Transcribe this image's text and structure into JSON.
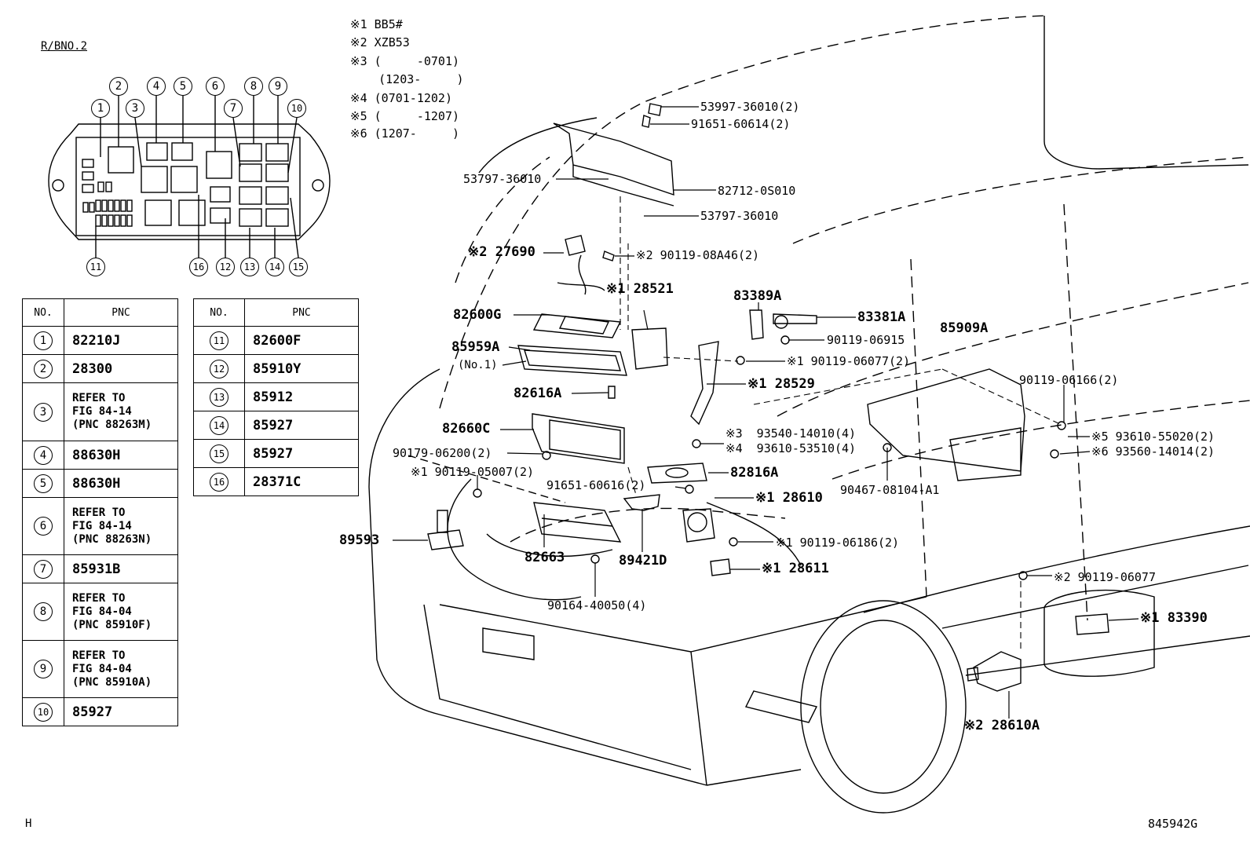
{
  "fuse_box": {
    "title": "R/BNO.2",
    "callouts": [
      "1",
      "2",
      "3",
      "4",
      "5",
      "6",
      "7",
      "8",
      "9",
      "10",
      "11",
      "12",
      "13",
      "14",
      "15",
      "16"
    ]
  },
  "table_left": {
    "headers": {
      "no": "NO.",
      "pnc": "PNC"
    },
    "rows": [
      {
        "no": "1",
        "pnc": [
          "82210J"
        ]
      },
      {
        "no": "2",
        "pnc": [
          "28300"
        ]
      },
      {
        "no": "3",
        "pnc": [
          "REFER TO",
          "FIG  84-14",
          "(PNC 88263M)"
        ]
      },
      {
        "no": "4",
        "pnc": [
          "88630H"
        ]
      },
      {
        "no": "5",
        "pnc": [
          "88630H"
        ]
      },
      {
        "no": "6",
        "pnc": [
          "REFER TO",
          "FIG  84-14",
          "(PNC 88263N)"
        ]
      },
      {
        "no": "7",
        "pnc": [
          "85931B"
        ]
      },
      {
        "no": "8",
        "pnc": [
          "REFER TO",
          "FIG  84-04",
          "(PNC 85910F)"
        ]
      },
      {
        "no": "9",
        "pnc": [
          "REFER TO",
          "FIG  84-04",
          "(PNC 85910A)"
        ]
      },
      {
        "no": "10",
        "pnc": [
          "85927"
        ]
      }
    ]
  },
  "table_right": {
    "headers": {
      "no": "NO.",
      "pnc": "PNC"
    },
    "rows": [
      {
        "no": "11",
        "pnc": "82600F"
      },
      {
        "no": "12",
        "pnc": "85910Y"
      },
      {
        "no": "13",
        "pnc": "85912"
      },
      {
        "no": "14",
        "pnc": "85927"
      },
      {
        "no": "15",
        "pnc": "85927"
      },
      {
        "no": "16",
        "pnc": "28371C"
      }
    ]
  },
  "notes": [
    "※1 BB5#",
    "※2 XZB53",
    "※3 (     -0701)",
    "    (1203-     )",
    "※4 (0701-1202)",
    "※5 (     -1207)",
    "※6 (1207-     )"
  ],
  "labels": {
    "p53997": "53997-36010(2)",
    "p91651a": "91651-60614(2)",
    "p53797a": "53797-36010",
    "p82712": "82712-0S010",
    "p53797b": "53797-36010",
    "p27690": "※2 27690",
    "p90119a": "※2 90119-08A46(2)",
    "p28521": "※1 28521",
    "p83389": "83389A",
    "p83381": "83381A",
    "p90119b": "90119-06915",
    "p85909": "85909A",
    "p82600": "82600G",
    "p85959": "85959A",
    "p85959sub": "(No.1)",
    "p90119c": "※1 90119-06077(2)",
    "p28529": "※1 28529",
    "p90119d": "90119-06166(2)",
    "p82616": "82616A",
    "p93540": "※3  93540-14010(4)",
    "p93610a": "※4  93610-53510(4)",
    "p93610b": "※5 93610-55020(2)",
    "p93560": "※6 93560-14014(2)",
    "p82660": "82660C",
    "p90179": "90179-06200(2)",
    "p82816": "82816A",
    "p90119e": "※1 90119-05007(2)",
    "p91651b": "91651-60616(2)",
    "p90467": "90467-08104-A1",
    "p28610": "※1 28610",
    "p89593": "89593",
    "p90119f": "※1 90119-06186(2)",
    "p82663": "82663",
    "p89421": "89421D",
    "p28611": "※1 28611",
    "p90119g": "※2 90119-06077",
    "p90164": "90164-40050(4)",
    "p83390": "※1 83390",
    "p28610a": "※2 28610A"
  },
  "footer": {
    "left": "H",
    "right": "845942G"
  }
}
